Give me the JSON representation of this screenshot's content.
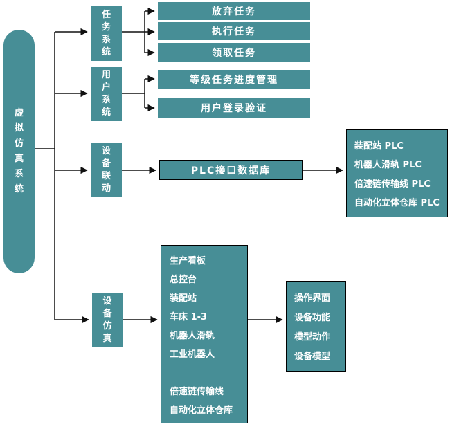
{
  "colors": {
    "node_fill": "#478E96",
    "node_text": "#FFFFFF",
    "line": "#000000",
    "background": "#FFFFFF"
  },
  "root": {
    "label": "虚拟仿真系统"
  },
  "nodes": {
    "task_system": "任务系统",
    "user_system": "用户系统",
    "device_linkage": "设备联动",
    "device_simulation": "设备仿真"
  },
  "task_children": [
    "放弃任务",
    "执行任务",
    "领取任务"
  ],
  "user_children": [
    "等级任务进度管理",
    "用户登录验证"
  ],
  "plc_db_label": "PLC接口数据库",
  "plc_list": [
    "装配站 PLC",
    "机器人滑轨 PLC",
    "倍速链传输线 PLC",
    "自动化立体仓库 PLC"
  ],
  "sim_list": [
    "生产看板",
    "总控台",
    "装配站",
    "车床 1-3",
    "机器人滑轨",
    "工业机器人",
    "",
    "倍速链传输线",
    "自动化立体仓库"
  ],
  "sim_output_list": [
    "操作界面",
    "设备功能",
    "模型动作",
    "设备模型"
  ]
}
